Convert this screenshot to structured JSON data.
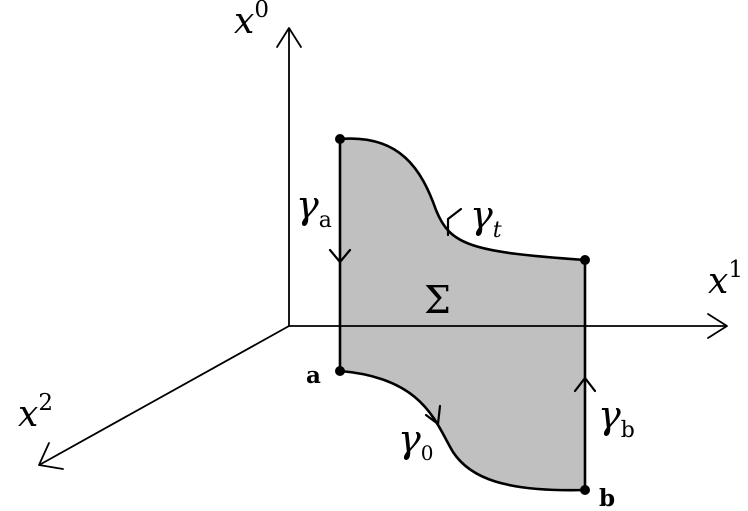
{
  "axes": {
    "x0": {
      "symbol": "x",
      "superscript": "0"
    },
    "x1": {
      "symbol": "x",
      "superscript": "1"
    },
    "x2": {
      "symbol": "x",
      "superscript": "2"
    }
  },
  "surface": {
    "label": "Σ",
    "fill_color": "#c0c0c0"
  },
  "curves": {
    "gamma_a": {
      "symbol": "γ",
      "subscript": "a"
    },
    "gamma_t": {
      "symbol": "γ",
      "subscript": "t"
    },
    "gamma_0": {
      "symbol": "γ",
      "subscript": "0"
    },
    "gamma_b": {
      "symbol": "γ",
      "subscript": "b"
    }
  },
  "points": {
    "a": {
      "label": "a"
    },
    "b": {
      "label": "b"
    }
  }
}
